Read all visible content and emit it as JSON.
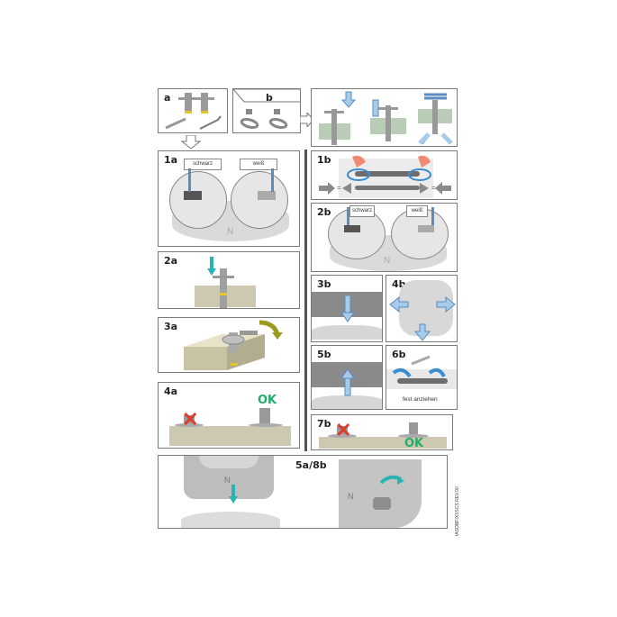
{
  "document": {
    "type": "installation-instructions",
    "revision_code": "IASOBFIXSSCS REV.00"
  },
  "panels": {
    "a": {
      "label": "a",
      "contents": [
        "fixing-bolt",
        "fixing-bolt",
        "wrench",
        "hex-key"
      ]
    },
    "b": {
      "label": "b",
      "contents": [
        "square-nut",
        "square-nut",
        "oval-washer",
        "oval-washer"
      ]
    },
    "bolt_steps": {
      "label": "",
      "contents": [
        "insert-down",
        "push-up",
        "clip-squeeze"
      ]
    },
    "1a": {
      "label": "1a",
      "tags": [
        "schwarz",
        "weiß"
      ],
      "seat_letter": "N"
    },
    "1b": {
      "label": "1b",
      "equals": [
        "=",
        "="
      ]
    },
    "2a": {
      "label": "2a"
    },
    "2b": {
      "label": "2b",
      "tags": [
        "schwarz",
        "weiß"
      ],
      "seat_letter": "N"
    },
    "3a": {
      "label": "3a"
    },
    "3b": {
      "label": "3b"
    },
    "4a": {
      "label": "4a",
      "ok": "OK"
    },
    "4b": {
      "label": "4b"
    },
    "5b": {
      "label": "5b"
    },
    "6b": {
      "label": "6b",
      "caption": "fest anziehen"
    },
    "7b": {
      "label": "7b",
      "ok": "OK"
    },
    "5a8b": {
      "label": "5a/8b",
      "seat_letter": "N"
    }
  },
  "colors": {
    "border": "#7a7a7a",
    "ok_green": "#1fae6a",
    "cross_red": "#e03a2a",
    "arrow_blue": "#a9cbea",
    "teal_arrow": "#2ab3b3",
    "slab": "#cdc8b2",
    "wall_green": "#b9cdb6"
  }
}
